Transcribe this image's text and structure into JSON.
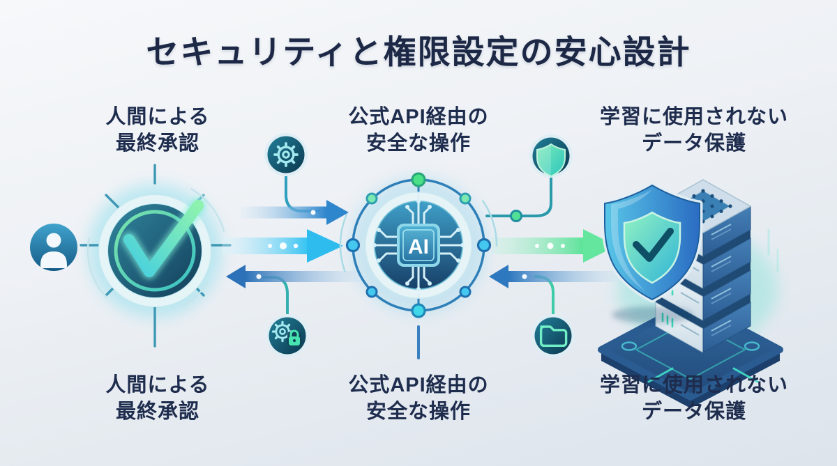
{
  "title": "セキュリティと権限設定の安心設計",
  "ai_chip_label": "AI",
  "sections": {
    "left": {
      "top_label": {
        "line1": "人間による",
        "line2": "最終承認"
      },
      "bottom_label": {
        "line1": "人間による",
        "line2": "最終承認"
      }
    },
    "center": {
      "top_label": {
        "line1": "公式API経由の",
        "line2": "安全な操作"
      },
      "bottom_label": {
        "line1": "公式API経由の",
        "line2": "安全な操作"
      }
    },
    "right": {
      "top_label": {
        "line1": "学習に使用されない",
        "line2": "データ保護"
      },
      "bottom_label": {
        "line1": "学習に使用されない",
        "line2": "データ保護"
      }
    }
  },
  "icons": {
    "left": [
      "user-icon",
      "approval-check-icon"
    ],
    "center": [
      "gear-icon",
      "ai-chip-icon",
      "gear-lock-icon"
    ],
    "right": [
      "shield-icon",
      "shield-check-icon",
      "server-stack-icon",
      "folder-icon"
    ]
  },
  "colors": {
    "background_top": "#f6f8fa",
    "background_bottom": "#dde4ec",
    "title_text": "#1c2845",
    "label_text": "#1e2c4d",
    "arrow_blue": "#2e86cd",
    "arrow_cyan": "#38c4f2",
    "arrow_dark_blue": "#2d72b8",
    "arrow_green": "#5ee39a",
    "connector_teal": "#2fa3b5",
    "badge_dark": "#0d3c52",
    "badge_glyph": "#a5e9f0",
    "node_green": "#52e096",
    "node_cyan": "#45c8f0",
    "check_green": "#8df2ae",
    "shield_blue": "#2a6cc2",
    "shield_green": "#92f2c2",
    "server_teal": "#3fd8b8",
    "platform_blue": "#2a5c92"
  }
}
